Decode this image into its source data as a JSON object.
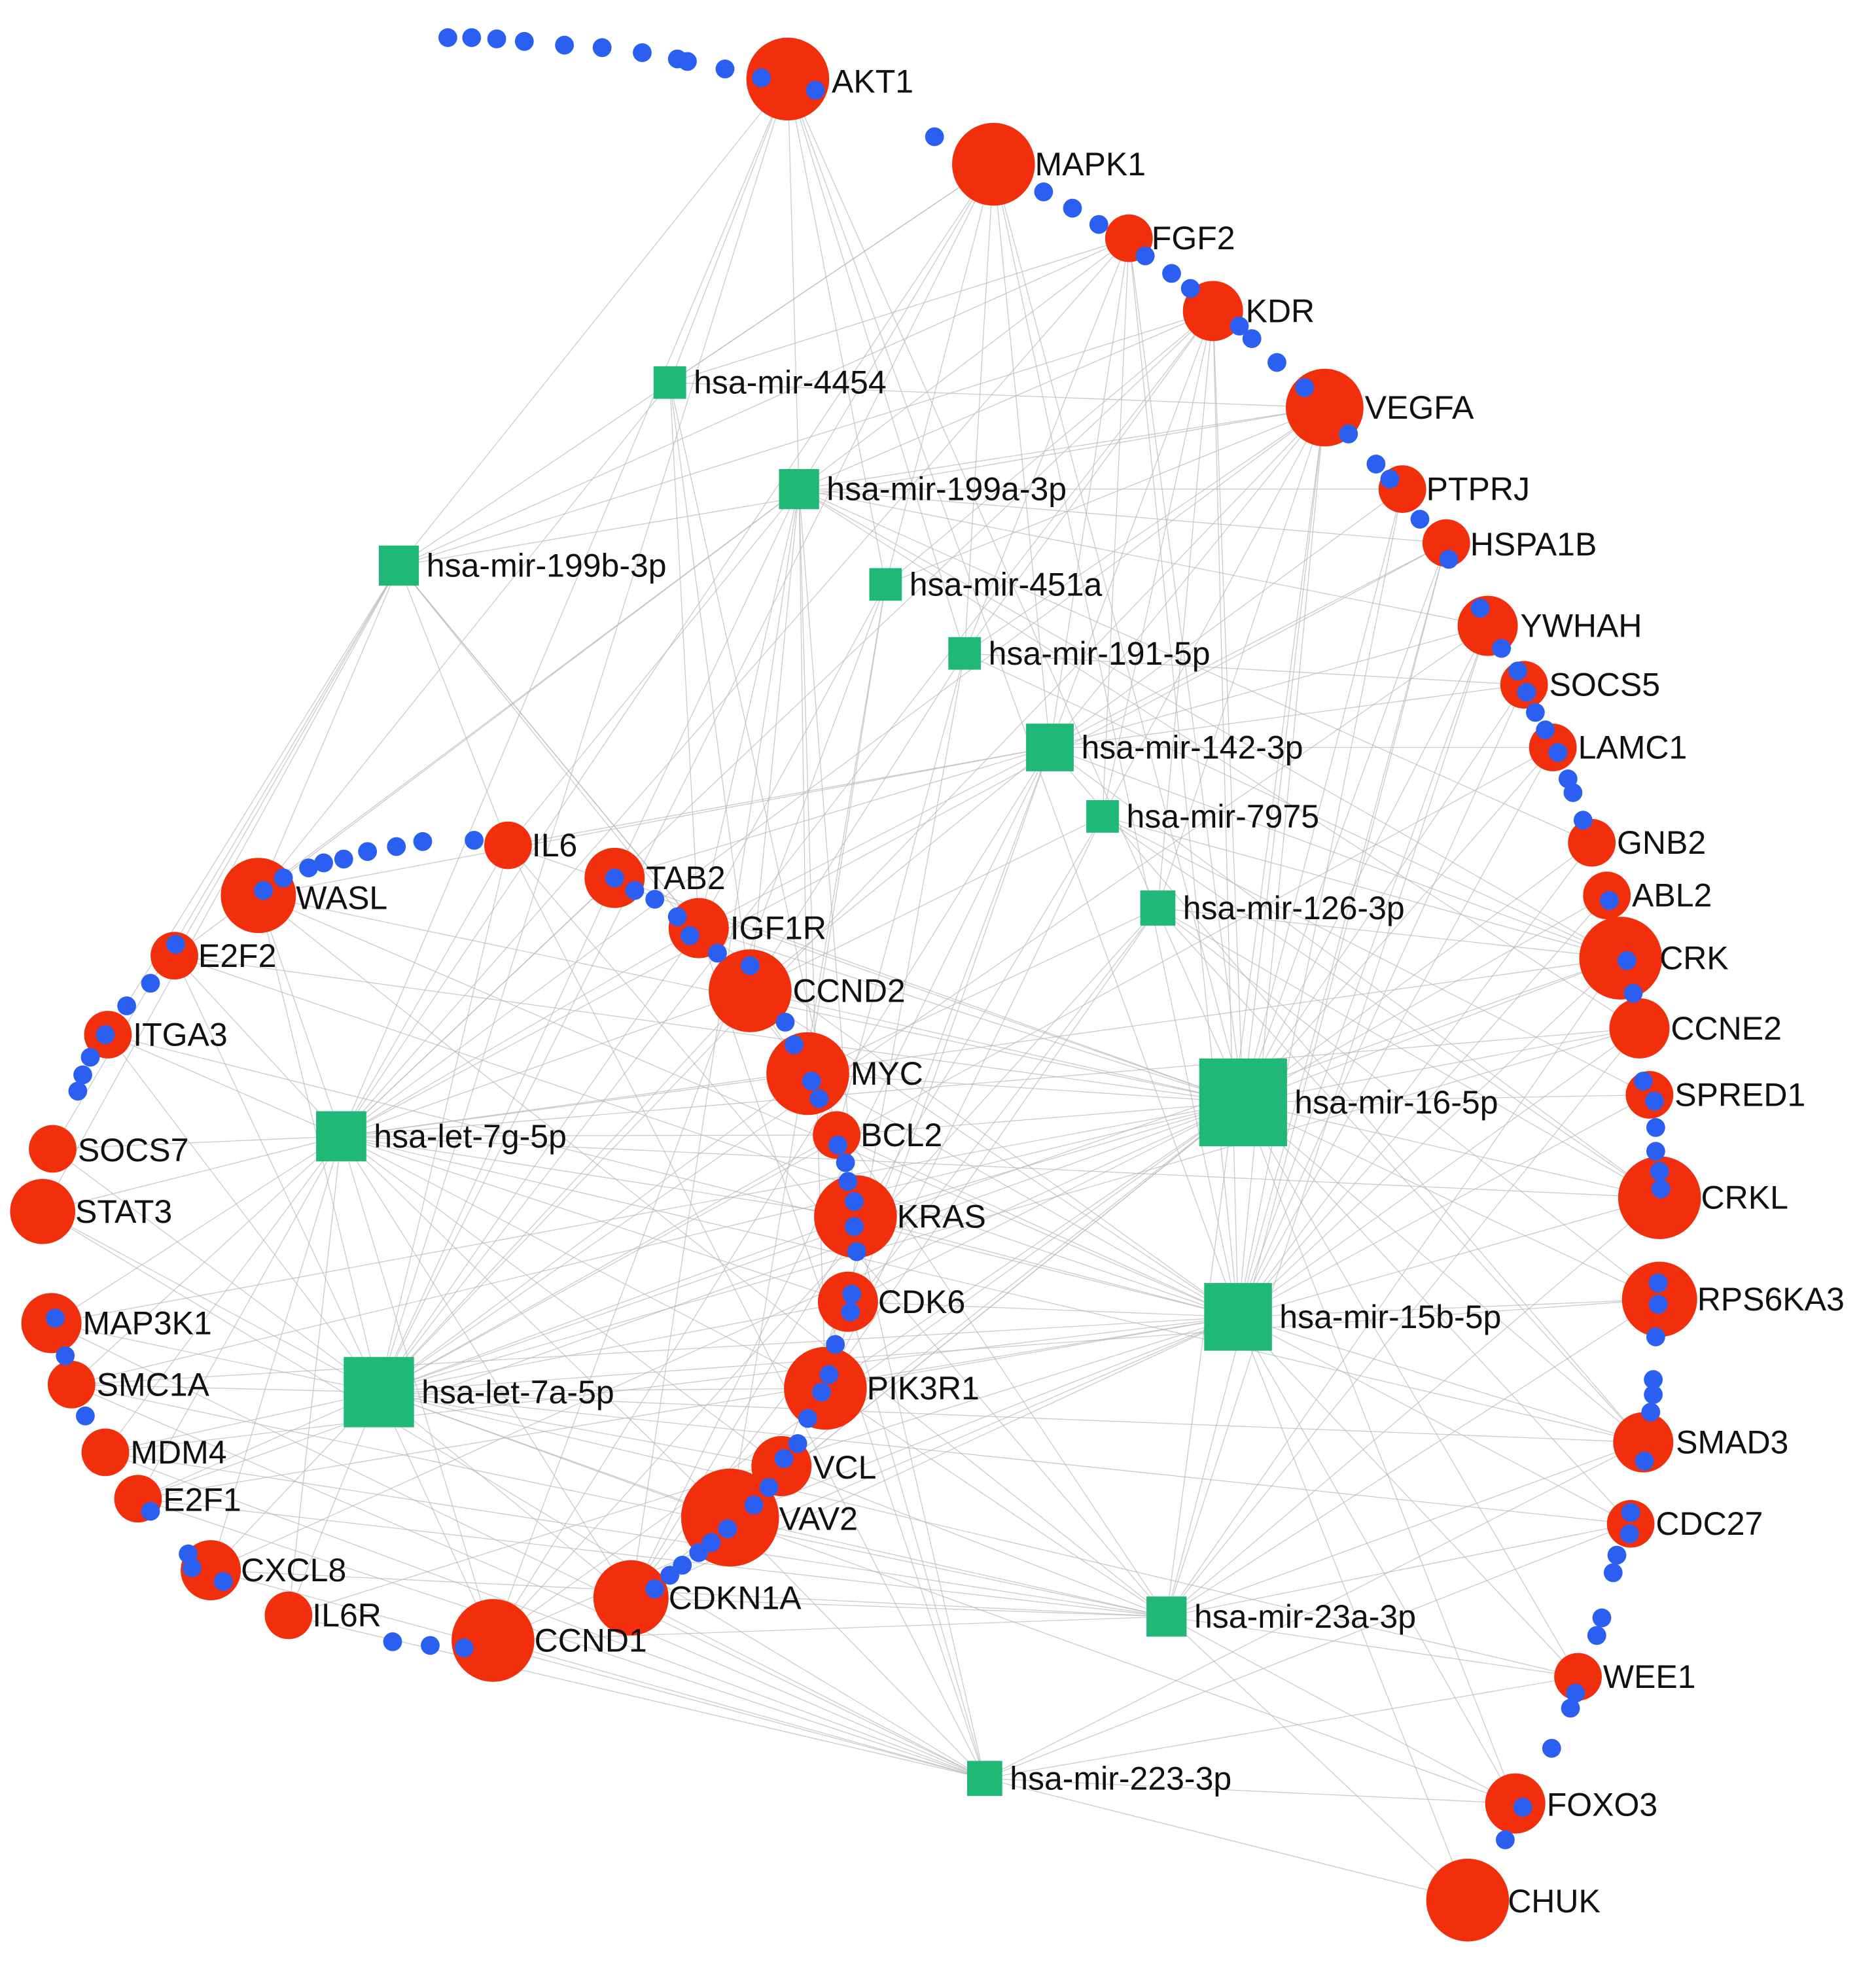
{
  "network": {
    "colors": {
      "gene": "#f22f0c",
      "mirna": "#1fb877",
      "pathway_dot": "#2b5ff1",
      "edge": "#b9b9b9",
      "label": "#111111"
    },
    "genes": [
      {
        "id": "AKT1",
        "label": "AKT1"
      },
      {
        "id": "MAPK1",
        "label": "MAPK1"
      },
      {
        "id": "FGF2",
        "label": "FGF2"
      },
      {
        "id": "KDR",
        "label": "KDR"
      },
      {
        "id": "VEGFA",
        "label": "VEGFA"
      },
      {
        "id": "PTPRJ",
        "label": "PTPRJ"
      },
      {
        "id": "HSPA1B",
        "label": "HSPA1B"
      },
      {
        "id": "YWHAH",
        "label": "YWHAH"
      },
      {
        "id": "SOCS5",
        "label": "SOCS5"
      },
      {
        "id": "LAMC1",
        "label": "LAMC1"
      },
      {
        "id": "GNB2",
        "label": "GNB2"
      },
      {
        "id": "ABL2",
        "label": "ABL2"
      },
      {
        "id": "CRK",
        "label": "CRK"
      },
      {
        "id": "CCNE2",
        "label": "CCNE2"
      },
      {
        "id": "SPRED1",
        "label": "SPRED1"
      },
      {
        "id": "CRKL",
        "label": "CRKL"
      },
      {
        "id": "RPS6KA3",
        "label": "RPS6KA3"
      },
      {
        "id": "SMAD3",
        "label": "SMAD3"
      },
      {
        "id": "CDC27",
        "label": "CDC27"
      },
      {
        "id": "WEE1",
        "label": "WEE1"
      },
      {
        "id": "FOXO3",
        "label": "FOXO3"
      },
      {
        "id": "CHUK",
        "label": "CHUK"
      },
      {
        "id": "IL6",
        "label": "IL6"
      },
      {
        "id": "WASL",
        "label": "WASL"
      },
      {
        "id": "TAB2",
        "label": "TAB2"
      },
      {
        "id": "IGF1R",
        "label": "IGF1R"
      },
      {
        "id": "CCND2",
        "label": "CCND2"
      },
      {
        "id": "MYC",
        "label": "MYC"
      },
      {
        "id": "BCL2",
        "label": "BCL2"
      },
      {
        "id": "KRAS",
        "label": "KRAS"
      },
      {
        "id": "CDK6",
        "label": "CDK6"
      },
      {
        "id": "PIK3R1",
        "label": "PIK3R1"
      },
      {
        "id": "VCL",
        "label": "VCL"
      },
      {
        "id": "VAV2",
        "label": "VAV2"
      },
      {
        "id": "CDKN1A",
        "label": "CDKN1A"
      },
      {
        "id": "CCND1",
        "label": "CCND1"
      },
      {
        "id": "E2F2",
        "label": "E2F2"
      },
      {
        "id": "ITGA3",
        "label": "ITGA3"
      },
      {
        "id": "SOCS7",
        "label": "SOCS7"
      },
      {
        "id": "STAT3",
        "label": "STAT3"
      },
      {
        "id": "MAP3K1",
        "label": "MAP3K1"
      },
      {
        "id": "SMC1A",
        "label": "SMC1A"
      },
      {
        "id": "MDM4",
        "label": "MDM4"
      },
      {
        "id": "E2F1",
        "label": "E2F1"
      },
      {
        "id": "CXCL8",
        "label": "CXCL8"
      },
      {
        "id": "IL6R",
        "label": "IL6R"
      }
    ],
    "mirnas": [
      {
        "id": "hsa-mir-4454",
        "label": "hsa-mir-4454"
      },
      {
        "id": "hsa-mir-199a-3p",
        "label": "hsa-mir-199a-3p"
      },
      {
        "id": "hsa-mir-199b-3p",
        "label": "hsa-mir-199b-3p"
      },
      {
        "id": "hsa-mir-451a",
        "label": "hsa-mir-451a"
      },
      {
        "id": "hsa-mir-191-5p",
        "label": "hsa-mir-191-5p"
      },
      {
        "id": "hsa-mir-142-3p",
        "label": "hsa-mir-142-3p"
      },
      {
        "id": "hsa-mir-7975",
        "label": "hsa-mir-7975"
      },
      {
        "id": "hsa-mir-126-3p",
        "label": "hsa-mir-126-3p"
      },
      {
        "id": "hsa-mir-16-5p",
        "label": "hsa-mir-16-5p"
      },
      {
        "id": "hsa-mir-15b-5p",
        "label": "hsa-mir-15b-5p"
      },
      {
        "id": "hsa-let-7g-5p",
        "label": "hsa-let-7g-5p"
      },
      {
        "id": "hsa-let-7a-5p",
        "label": "hsa-let-7a-5p"
      },
      {
        "id": "hsa-mir-23a-3p",
        "label": "hsa-mir-23a-3p"
      },
      {
        "id": "hsa-mir-223-3p",
        "label": "hsa-mir-223-3p"
      }
    ]
  }
}
